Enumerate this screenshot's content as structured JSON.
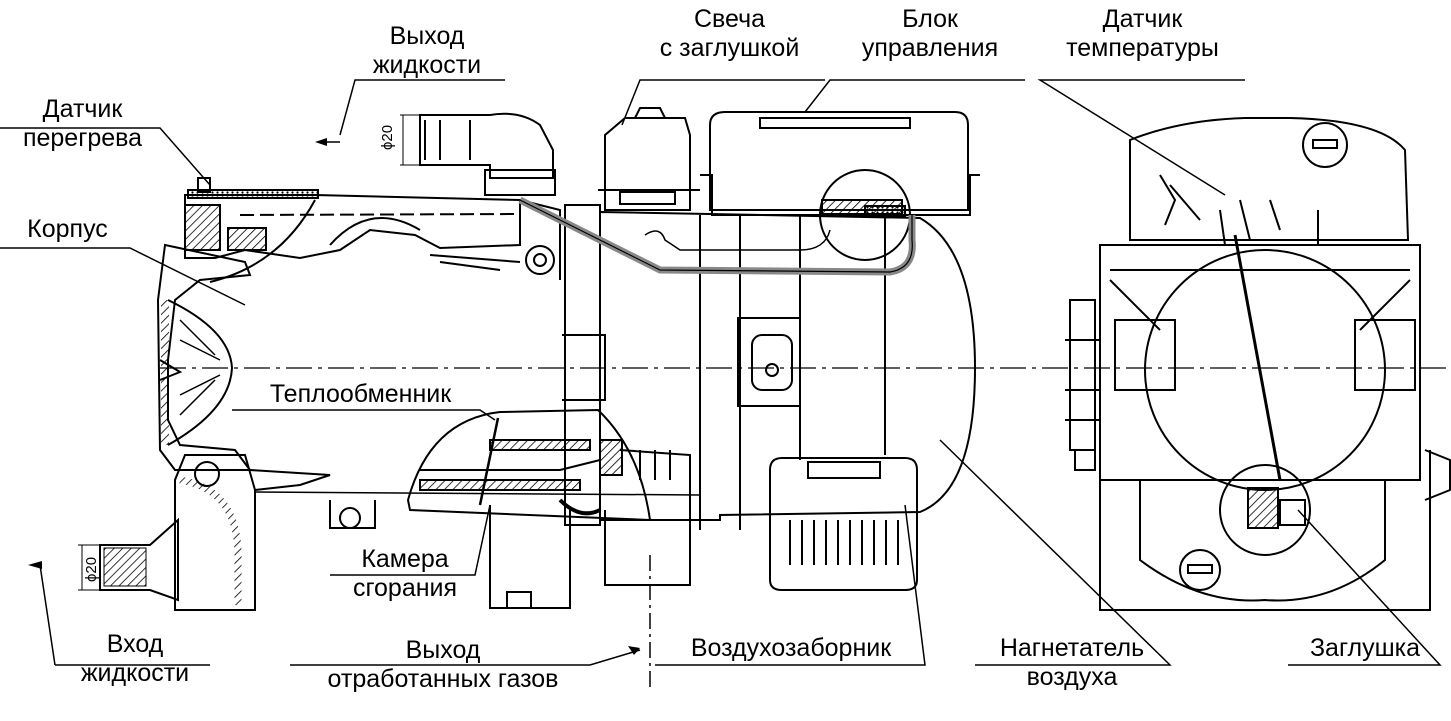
{
  "diagram": {
    "colors": {
      "line": "#000000",
      "background": "#ffffff",
      "hatch": "#000000"
    },
    "labels": {
      "fluid_out": {
        "line1": "Выход",
        "line2": "жидкости"
      },
      "overheat": {
        "line1": "Датчик",
        "line2": "перегрева"
      },
      "body": {
        "line1": "Корпус"
      },
      "exchanger": {
        "line1": "Теплообменник"
      },
      "chamber": {
        "line1": "Камера",
        "line2": "сгорания"
      },
      "fluid_in": {
        "line1": "Вход",
        "line2": "жидкости"
      },
      "exhaust": {
        "line1": "Выход",
        "line2": "отработанных газов"
      },
      "glow_plug": {
        "line1": "Свеча",
        "line2": "с заглушкой"
      },
      "control": {
        "line1": "Блок",
        "line2": "управления"
      },
      "temp_sensor": {
        "line1": "Датчик",
        "line2": "температуры"
      },
      "air_intake": {
        "line1": "Воздухозаборник"
      },
      "blower": {
        "line1": "Нагнетатель",
        "line2": "воздуха"
      },
      "plug": {
        "line1": "Заглушка"
      }
    },
    "dimensions": {
      "pipe_out": "ϕ20",
      "pipe_in": "ϕ20"
    }
  }
}
